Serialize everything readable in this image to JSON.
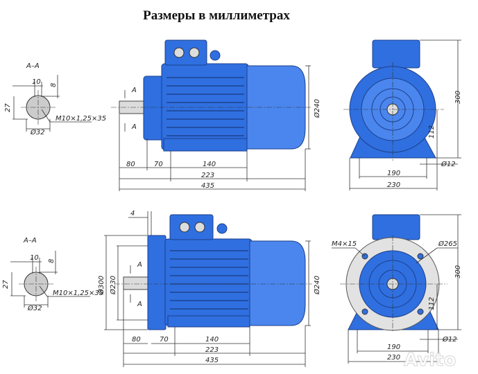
{
  "title": "Размеры в миллиметрах",
  "colors": {
    "motor_blue": "#2f6fe0",
    "flange_grey": "#e2e2e2"
  },
  "top": {
    "section_label": "A–A",
    "section": {
      "d10": "10",
      "d8": "8",
      "d27": "27",
      "thread": "M10×1,25×35",
      "dia32": "Ø32"
    },
    "side": {
      "a_mark": "A",
      "d80": "80",
      "d70": "70",
      "d140": "140",
      "d223": "223",
      "d435": "435",
      "dia240": "Ø240"
    },
    "front": {
      "d300": "300",
      "d112": "112",
      "d190": "190",
      "d230": "230",
      "dia12": "Ø12"
    }
  },
  "bottom": {
    "section_label": "A–A",
    "section": {
      "d10": "10",
      "d8": "8",
      "d27": "27",
      "thread": "M10×1,25×35",
      "dia32": "Ø32"
    },
    "side": {
      "a_mark": "A",
      "d4": "4",
      "dia300": "Ø300",
      "dia230": "Ø230",
      "d80": "80",
      "d70": "70",
      "d140": "140",
      "d223": "223",
      "d435": "435",
      "dia240": "Ø240"
    },
    "front": {
      "holes": "M4×15",
      "dia265": "Ø265",
      "d300": "300",
      "d112": "112",
      "d190": "190",
      "d230": "230",
      "dia12": "Ø12"
    }
  },
  "watermark": "Avito"
}
